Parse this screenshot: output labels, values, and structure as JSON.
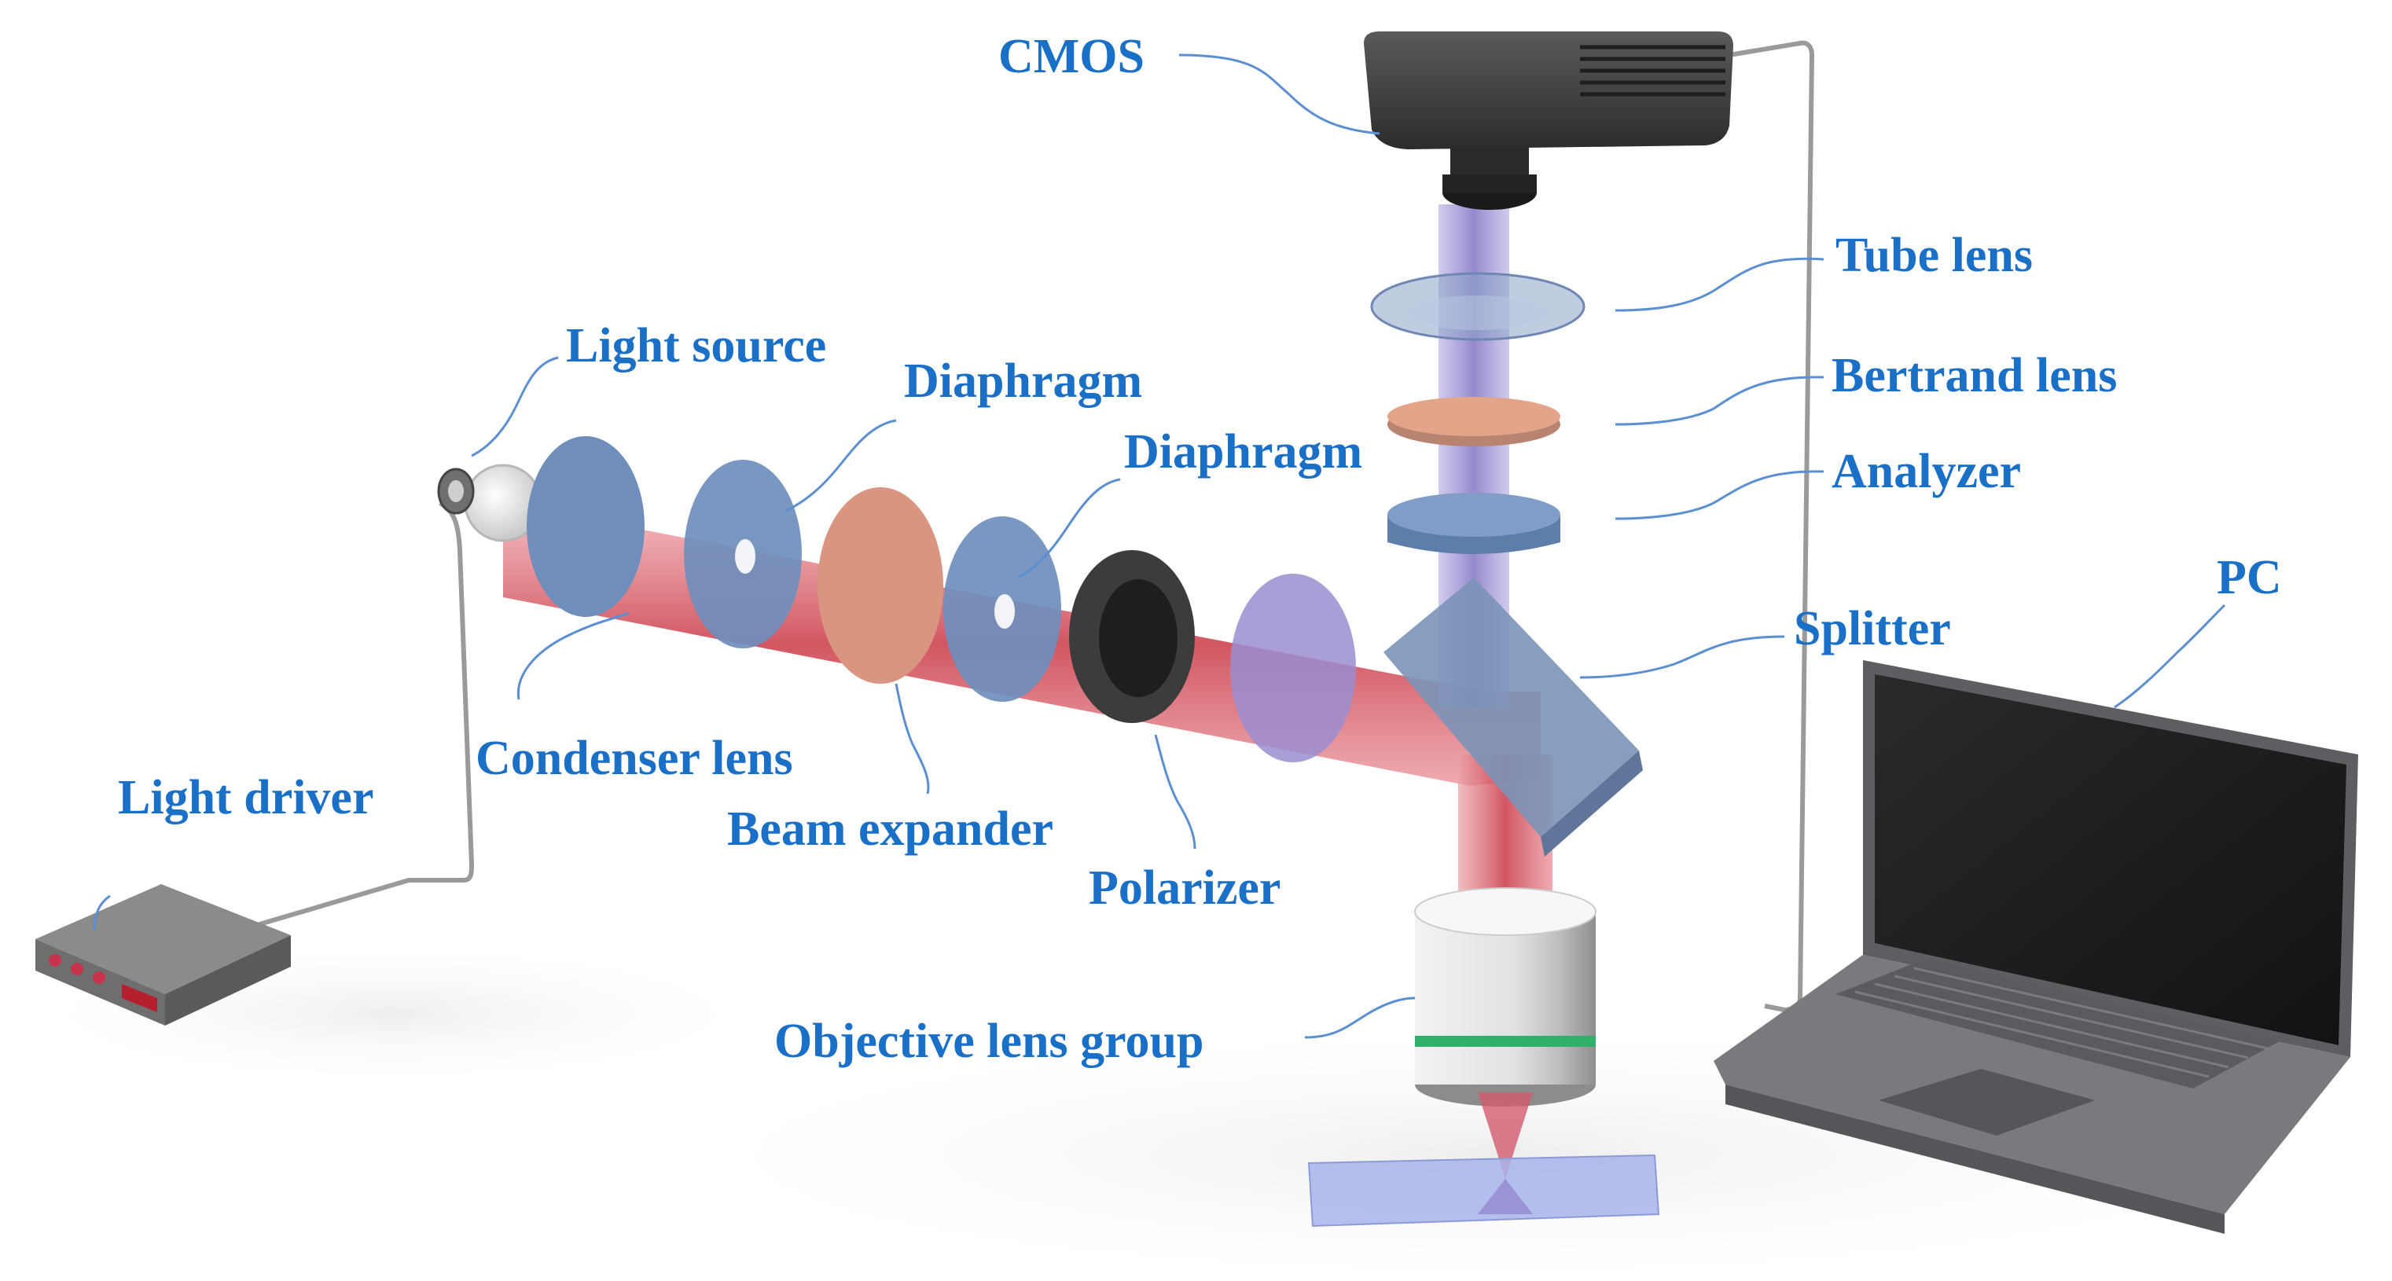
{
  "colors": {
    "label_text": "#1a6fc7",
    "leader_line": "#5b8fd0",
    "beam_red": "#d84a55",
    "beam_violet": "#8d7fc4",
    "lens_blue": "#7897bf",
    "beam_expander": "#d9957f",
    "polarizer_ring": "#3c3c3c",
    "camera_body": "#3e3e3e",
    "laptop_body": "#6d6d70",
    "sample_slide": "#a8b4ea",
    "objective_band": "#2fb06b"
  },
  "labels": {
    "cmos": "CMOS",
    "tube_lens": "Tube lens",
    "bertrand_lens": "Bertrand lens",
    "analyzer": "Analyzer",
    "splitter": "Splitter",
    "pc": "PC",
    "light_source": "Light source",
    "diaphragm_1": "Diaphragm",
    "diaphragm_2": "Diaphragm",
    "condenser_lens": "Condenser lens",
    "beam_expander": "Beam expander",
    "polarizer": "Polarizer",
    "light_driver": "Light driver",
    "objective_lens_group": "Objective lens group"
  },
  "icons": {
    "camera": "cmos-camera-icon",
    "laptop": "laptop-pc-icon",
    "driver": "light-driver-box-icon",
    "bulb": "light-bulb-icon"
  }
}
